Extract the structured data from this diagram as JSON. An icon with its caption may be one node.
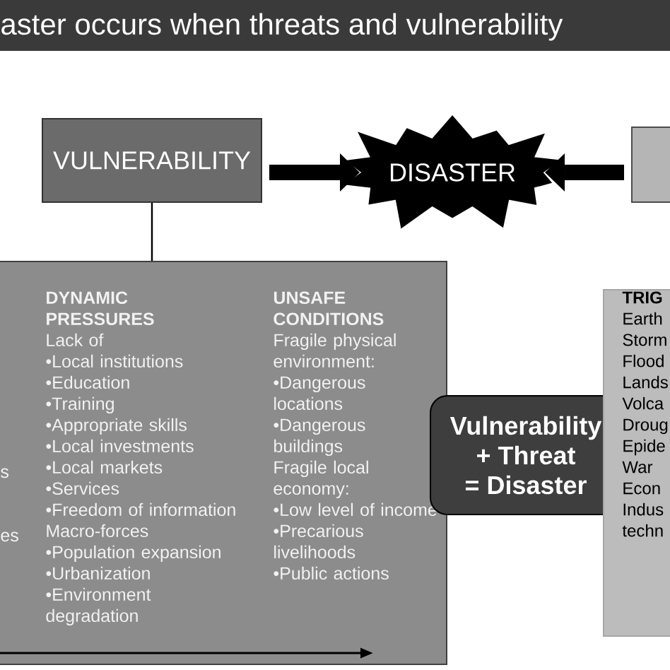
{
  "diagram": {
    "title": "aster occurs when threats and vulnerability",
    "nodes": [
      {
        "text": [
          "VULNERABILITY"
        ]
      },
      {
        "text": [
          "DISASTER"
        ]
      },
      {
        "text": [],
        "shape": "box"
      },
      {
        "text": [
          "s",
          "es",
          "DYNAMIC PRESSURES",
          "Lack of",
          "•Local institutions",
          "•Education",
          "•Training",
          "•Appropriate skills",
          "•Local investments",
          "•Local markets",
          "•Services",
          "•Freedom of information",
          "Macro-forces",
          "•Population expansion",
          "•Urbanization",
          "•Environment degradation",
          "UNSAFE CONDITIONS",
          "Fragile physical environment:",
          "•Dangerous locations",
          "•Dangerous buildings",
          "Fragile local economy:",
          "•Low level of income",
          "•Precarious livelihoods",
          "•Public actions"
        ]
      },
      {
        "text": [
          "Vulnerability + Threat = Disaster"
        ]
      },
      {
        "text": [
          "TRIG",
          "Earth",
          "Storm",
          "Flood",
          "Lands",
          "Volca",
          "Droug",
          "Epide",
          "War",
          "Econ",
          "Indus",
          "techn"
        ]
      }
    ],
    "edges": [
      {
        "from": 0,
        "to": 1,
        "arrow": "to"
      },
      {
        "from": 2,
        "to": 1,
        "arrow": "to"
      },
      {
        "from": 0,
        "to": 3,
        "arrow": "none"
      }
    ]
  }
}
